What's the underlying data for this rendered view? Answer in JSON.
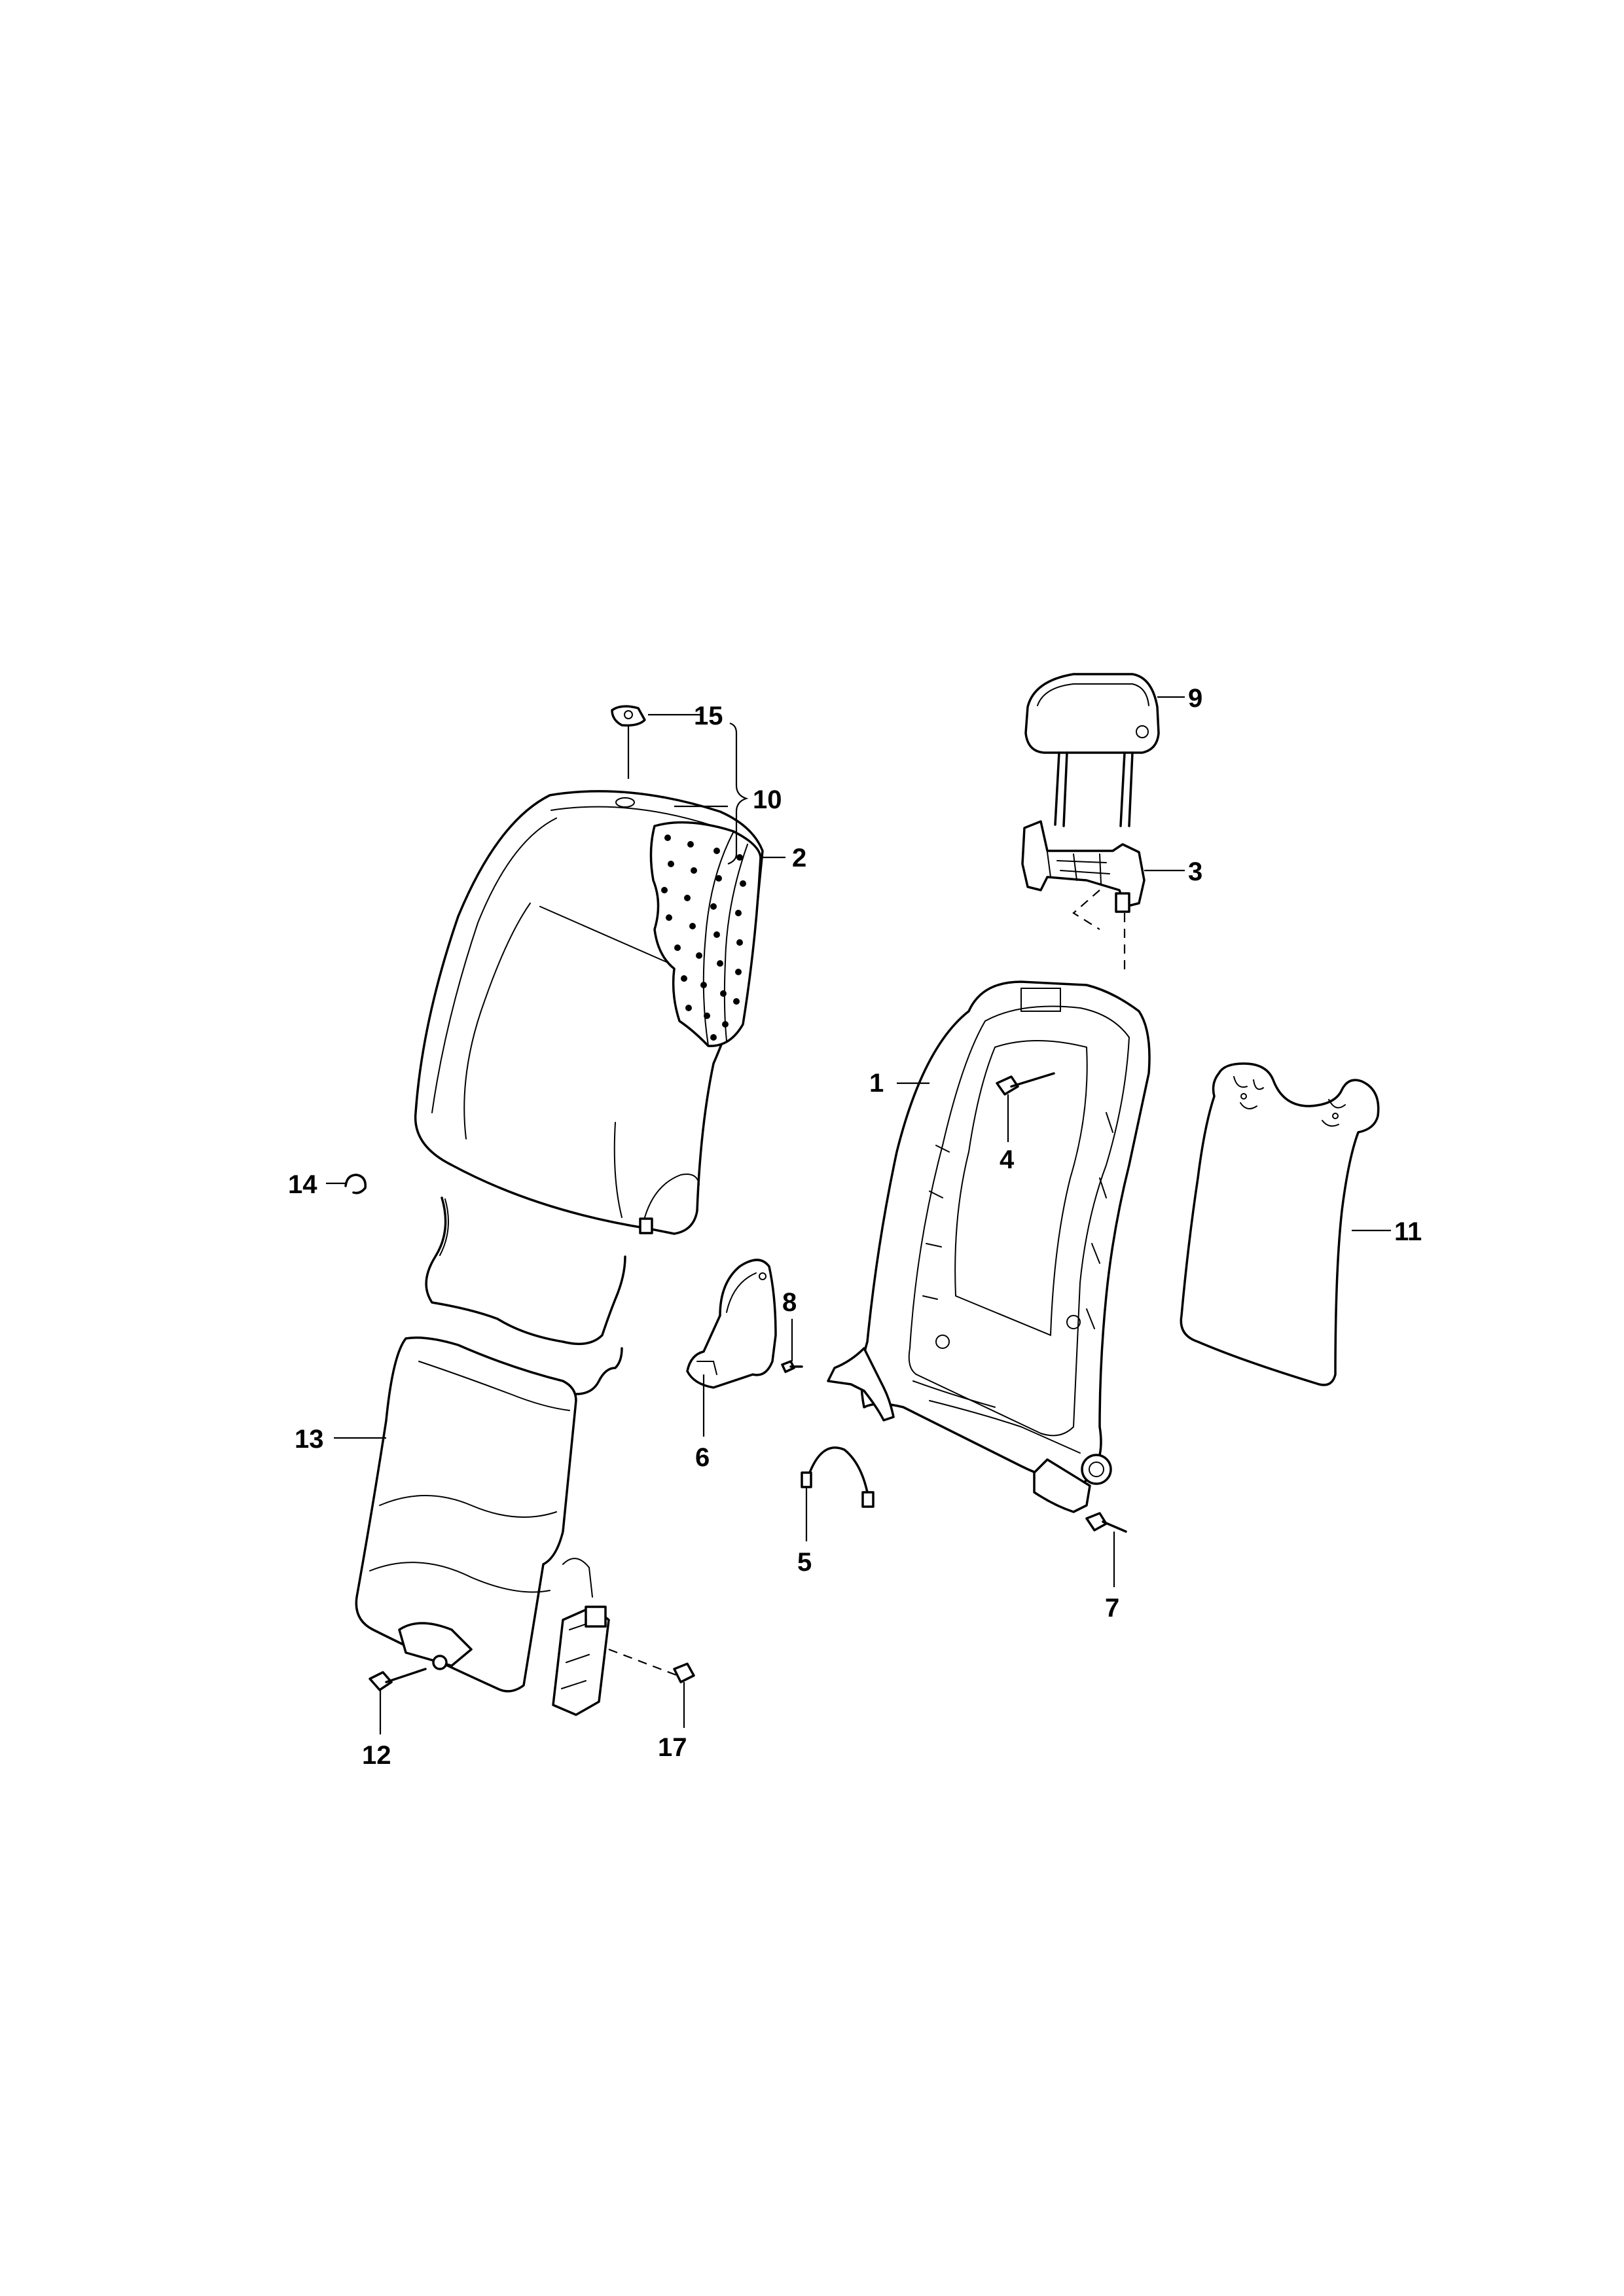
{
  "callouts": {
    "p1": "1",
    "p2": "2",
    "p3": "3",
    "p4": "4",
    "p5": "5",
    "p6": "6",
    "p7": "7",
    "p8": "8",
    "p9": "9",
    "p10": "10",
    "p11": "11",
    "p12": "12",
    "p13": "13",
    "p14": "14",
    "p15": "15",
    "p17": "17"
  }
}
